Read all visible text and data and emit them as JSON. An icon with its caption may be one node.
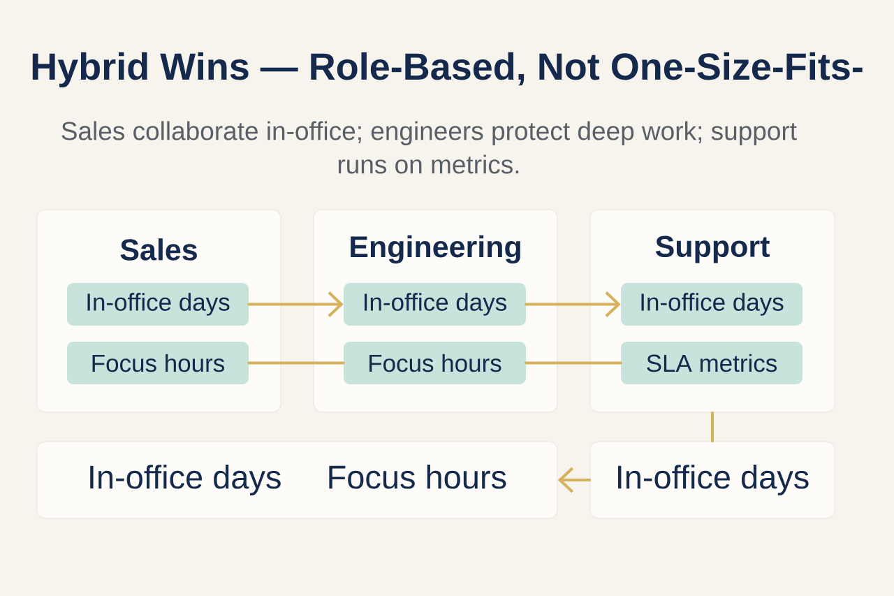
{
  "diagram": {
    "title": "Hybrid Wins — Role-Based, Not One-Size-Fits-",
    "nodes": [
      {
        "text": [
          "Sales"
        ]
      },
      {
        "text": [
          "In-office days"
        ],
        "in": 0
      },
      {
        "text": [
          "Focus hours"
        ],
        "in": 0
      },
      {
        "text": [
          "Engineering"
        ]
      },
      {
        "text": [
          "In-office days"
        ],
        "in": 3
      },
      {
        "text": [
          "Focus hours"
        ],
        "in": 3
      },
      {
        "text": [
          "Support"
        ]
      },
      {
        "text": [
          "In-office days"
        ],
        "in": 6
      },
      {
        "text": [
          "SLA metrics"
        ],
        "in": 6
      },
      {
        "text": [
          "In-office days",
          "Focus hours"
        ]
      },
      {
        "text": [
          "In-office days"
        ]
      }
    ],
    "edges": [
      {
        "from": 1,
        "to": 4,
        "arrow": "to"
      },
      {
        "from": 2,
        "to": 5,
        "arrow": "none"
      },
      {
        "from": 4,
        "to": 7,
        "arrow": "to"
      },
      {
        "from": 5,
        "to": 8,
        "arrow": "none"
      },
      {
        "from": 6,
        "to": 10,
        "arrow": "none"
      },
      {
        "from": 10,
        "to": 9,
        "arrow": "to"
      }
    ],
    "labels": [
      "Sales collaborate in-office; engineers protect deep work; support runs on metrics."
    ]
  }
}
